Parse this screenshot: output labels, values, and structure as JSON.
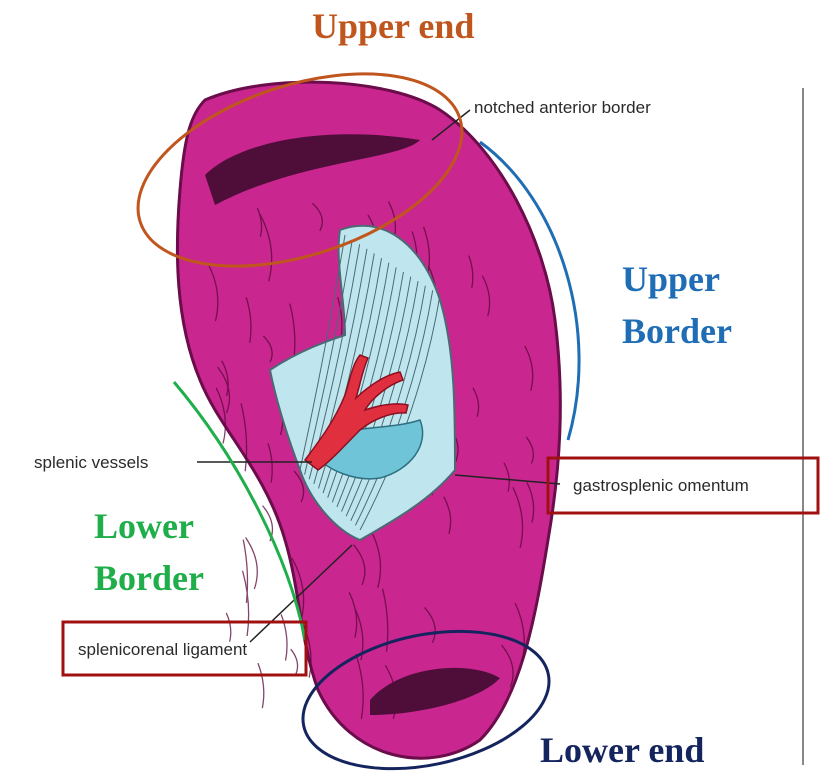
{
  "headings": {
    "upper_end": "Upper end",
    "upper_border_line1": "Upper",
    "upper_border_line2": "Border",
    "lower_border_line1": "Lower",
    "lower_border_line2": "Border",
    "lower_end": "Lower end"
  },
  "callouts": {
    "notched_anterior_border": "notched anterior border",
    "splenic_vessels": "splenic vessels",
    "gastrosplenic_omentum": "gastrosplenic omentum",
    "splenicorenal_ligament": "splenicorenal ligament"
  },
  "colors": {
    "spleen": "#c9268f",
    "spleen_dark": "#7a0f55",
    "omentum": "#bfe6ee",
    "vessel_red": "#e03040",
    "vessel_blue": "#6fc4d8",
    "upper_end": "#c0561e",
    "upper_border": "#1f6db5",
    "lower_border": "#1fae4a",
    "lower_end": "#14245e",
    "highlight_box": "#a01010"
  }
}
